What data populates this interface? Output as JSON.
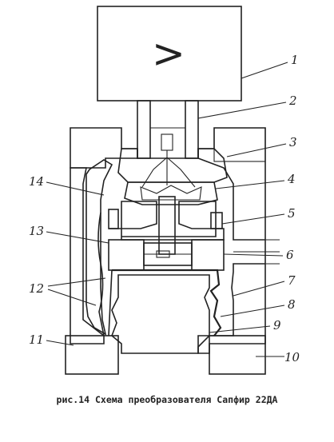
{
  "diagram": {
    "caption": "рис.14 Схема преобразователя Сапфир 22ДА",
    "amplifier_symbol": ">",
    "callouts": {
      "c1": "1",
      "c2": "2",
      "c3": "3",
      "c4": "4",
      "c5": "5",
      "c6": "6",
      "c7": "7",
      "c8": "8",
      "c9": "9",
      "c10": "10",
      "c11": "11",
      "c12": "12",
      "c13": "13",
      "c14": "14"
    }
  }
}
